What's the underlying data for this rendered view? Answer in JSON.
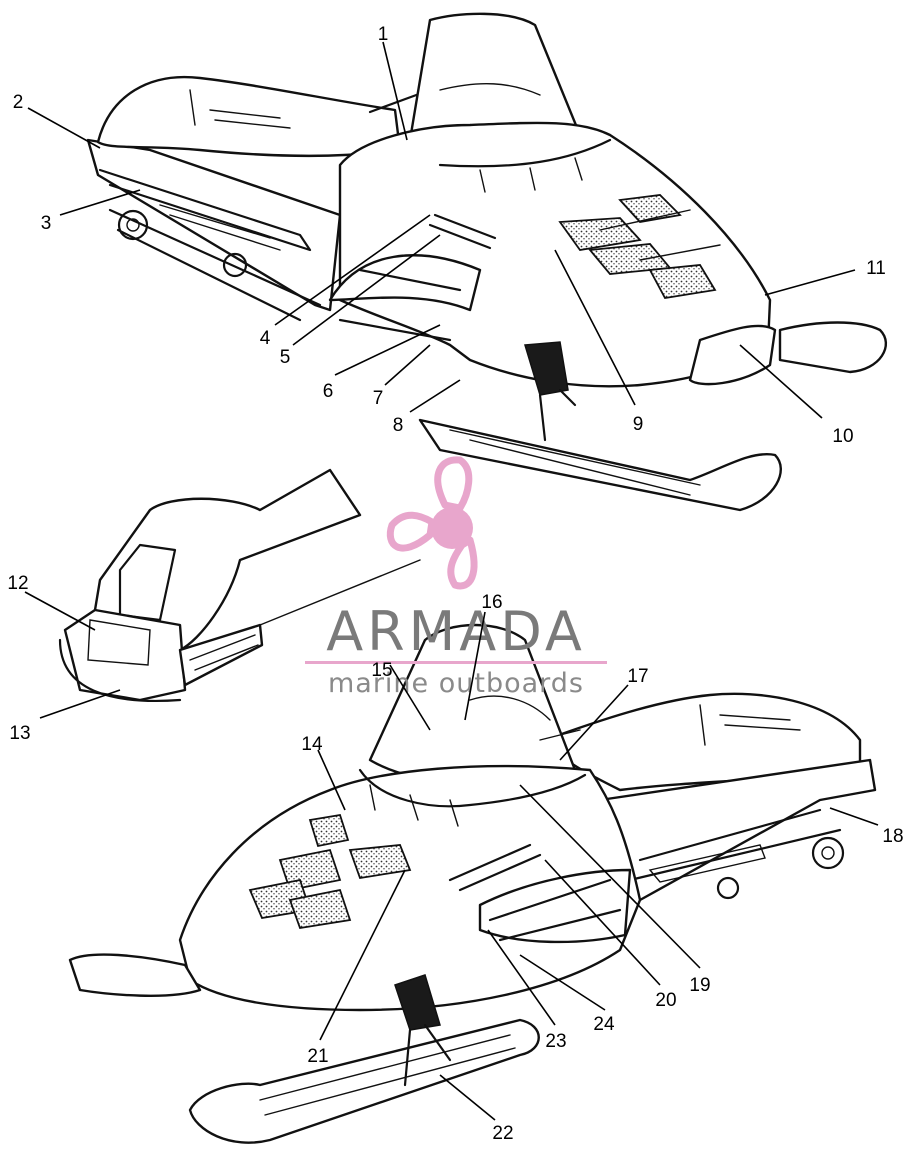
{
  "watermark": {
    "brand": "ARMADA",
    "tagline": "marine outboards",
    "logo_icon": "propeller-icon",
    "logo_color": "#e8a6cc",
    "text_color": "#7a7a7a"
  },
  "callouts": [
    "1",
    "2",
    "3",
    "4",
    "5",
    "6",
    "7",
    "8",
    "9",
    "10",
    "11",
    "12",
    "13",
    "14",
    "15",
    "16",
    "17",
    "18",
    "19",
    "20",
    "21",
    "22",
    "23",
    "24"
  ]
}
